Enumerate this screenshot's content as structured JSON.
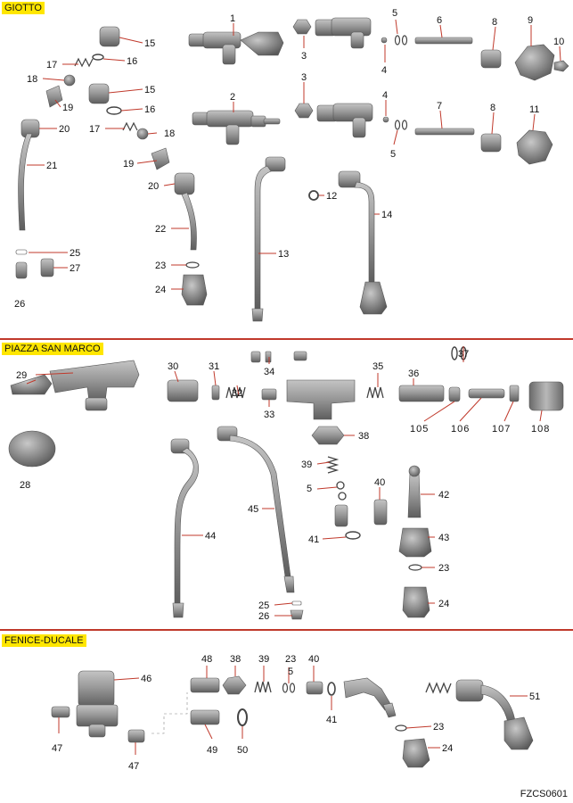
{
  "sections": {
    "giotto": "GIOTTO",
    "piazza": "PIAZZA SAN MARCO",
    "fenice": "FENICE-DUCALE"
  },
  "code": "FZCS0601",
  "colors": {
    "part": "#8c8c8c",
    "part_light": "#b0b0b0",
    "part_dark": "#5e5e5e",
    "leader": "#c0392b",
    "section_bg": "#ffe600",
    "divider": "#c0392b"
  },
  "callouts": {
    "g1": "1",
    "g2": "2",
    "g3a": "3",
    "g3b": "3",
    "g4a": "4",
    "g4b": "4",
    "g5a": "5",
    "g5b": "5",
    "g6": "6",
    "g7": "7",
    "g8a": "8",
    "g8b": "8",
    "g9": "9",
    "g10": "10",
    "g11": "11",
    "g12": "12",
    "g13": "13",
    "g14": "14",
    "g15a": "15",
    "g15b": "15",
    "g16a": "16",
    "g16b": "16",
    "g17a": "17",
    "g17b": "17",
    "g18a": "18",
    "g18b": "18",
    "g19a": "19",
    "g19b": "19",
    "g20a": "20",
    "g20b": "20",
    "g21": "21",
    "g22": "22",
    "g23": "23",
    "g24": "24",
    "g25": "25",
    "g26": "26",
    "g27": "27",
    "p28": "28",
    "p29": "29",
    "p30": "30",
    "p31": "31",
    "p32": "32",
    "p33": "33",
    "p34": "34",
    "p35": "35",
    "p36": "36",
    "p37": "37",
    "p38": "38",
    "p39": "39",
    "p40": "40",
    "p41": "41",
    "p42": "42",
    "p43": "43",
    "p44": "44",
    "p45": "45",
    "p5": "5",
    "p23": "23",
    "p24": "24",
    "p25": "25",
    "p26": "26",
    "p105": "105",
    "p106": "106",
    "p107": "107",
    "p108": "108",
    "f46": "46",
    "f47a": "47",
    "f47b": "47",
    "f48": "48",
    "f38": "38",
    "f39": "39",
    "f23a": "23",
    "f5": "5",
    "f40": "40",
    "f41": "41",
    "f49": "49",
    "f50": "50",
    "f23b": "23",
    "f24": "24",
    "f51": "51"
  }
}
